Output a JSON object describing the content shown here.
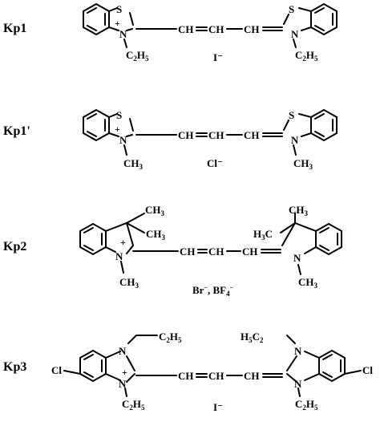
{
  "compounds": [
    {
      "id": "Kp1",
      "counterion": "I⁻",
      "left_heteroatom": "S",
      "left_n_substituent": "C2H5",
      "right_heteroatom": "S",
      "right_n_substituent": "C2H5",
      "bridge": [
        "CH",
        "CH",
        "CH"
      ]
    },
    {
      "id": "Kp1'",
      "counterion": "Cl⁻",
      "left_heteroatom": "S",
      "left_n_substituent": "CH3",
      "right_heteroatom": "S",
      "right_n_substituent": "CH3",
      "bridge": [
        "CH",
        "CH",
        "CH"
      ]
    },
    {
      "id": "Kp2",
      "counterion": "Br⁻, BF4⁻",
      "left_gem_methyls": [
        "CH3",
        "CH3"
      ],
      "left_n_substituent": "CH3",
      "right_gem_methyls": [
        "CH3",
        "H3C"
      ],
      "right_n_substituent": "CH3",
      "bridge": [
        "CH",
        "CH",
        "CH"
      ]
    },
    {
      "id": "Kp3",
      "counterion": "I⁻",
      "ring_substituent": "Cl",
      "left_n_substituents": [
        "C2H5",
        "C2H5"
      ],
      "right_n_substituents": [
        "H5C2",
        "C2H5"
      ],
      "bridge": [
        "CH",
        "CH",
        "CH"
      ]
    }
  ]
}
